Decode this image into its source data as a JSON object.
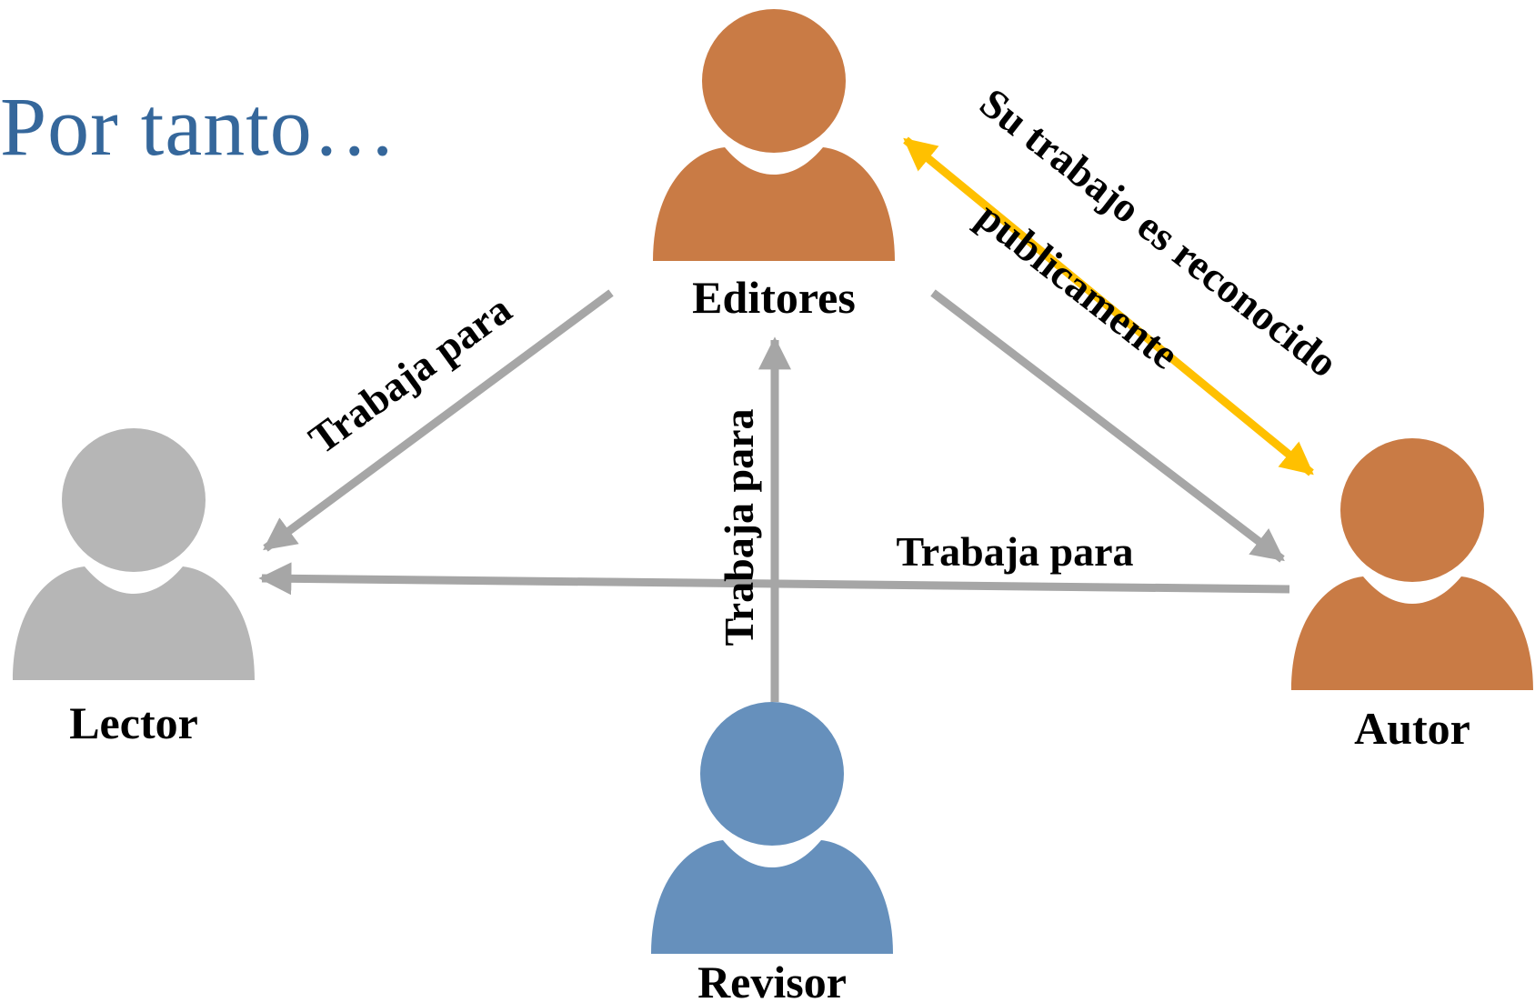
{
  "title": "Por tanto…",
  "nodes": {
    "editores": {
      "label": "Editores",
      "color": "#c97b45"
    },
    "lector": {
      "label": "Lector",
      "color": "#b6b6b6"
    },
    "autor": {
      "label": "Autor",
      "color": "#c97b45"
    },
    "revisor": {
      "label": "Revisor",
      "color": "#6690bc"
    }
  },
  "edges": {
    "editores_lector": {
      "label": "Trabaja para",
      "color": "#a6a6a6"
    },
    "revisor_editores": {
      "label": "Trabaja para",
      "color": "#a6a6a6"
    },
    "autor_lector": {
      "label": "Trabaja para",
      "color": "#a6a6a6"
    },
    "editores_autor": {
      "label": "",
      "color": "#a6a6a6"
    },
    "editores_autor_recognition": {
      "label_line1": "Su trabajo es reconocido",
      "label_line2": "publicamente",
      "color": "#ffc000"
    }
  }
}
